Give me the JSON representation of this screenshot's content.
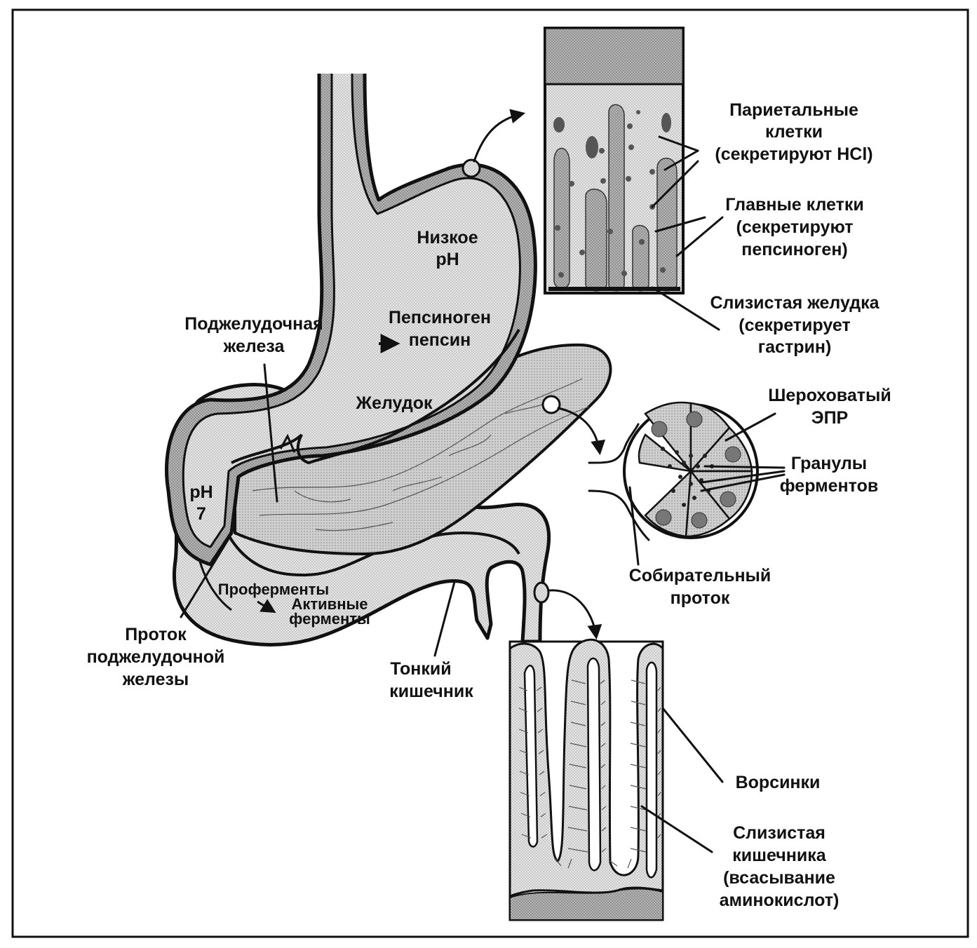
{
  "colors": {
    "ink": "#111111",
    "light_fill": "#e4e4e4",
    "wall_fill": "#bdbdbd",
    "dark_fill": "#7a7a7a",
    "pancreas_fill": "#cfcfcf"
  },
  "labels": {
    "low_ph": [
      "Низкое",
      "pH"
    ],
    "pepsinogen": [
      "Пепсиноген",
      "пепсин"
    ],
    "stomach": "Желудок",
    "pancreas": [
      "Поджелудочная",
      "железа"
    ],
    "ph7": [
      "pH",
      "7"
    ],
    "proenzymes": [
      "Проферменты",
      "Активные",
      "ферменты"
    ],
    "pancreatic_duct": [
      "Проток",
      "поджелудочной",
      "железы"
    ],
    "small_intestine": [
      "Тонкий",
      "кишечник"
    ],
    "parietal_cells": [
      "Париетальные",
      "клетки",
      "(секретируют HCl)"
    ],
    "chief_cells": [
      "Главные клетки",
      "(секретируют",
      "пепсиноген)"
    ],
    "gastric_mucosa": [
      "Слизистая желудка",
      "(секретирует",
      "гастрин)"
    ],
    "rough_er": [
      "Шероховатый",
      "ЭПР"
    ],
    "enzyme_granules": [
      "Гранулы",
      "ферментов"
    ],
    "collecting_duct": [
      "Собирательный",
      "проток"
    ],
    "villi": "Ворсинки",
    "intestinal_mucosa": [
      "Слизистая",
      "кишечника",
      "(всасывание",
      "аминокислот)"
    ]
  }
}
